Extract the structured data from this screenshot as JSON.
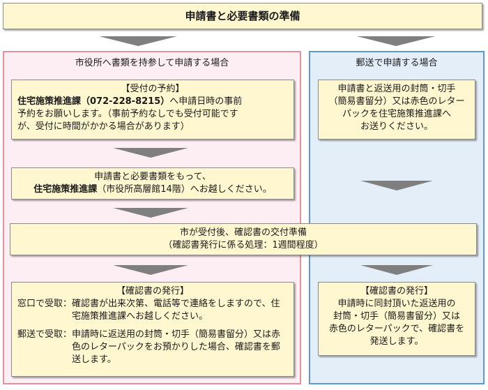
{
  "title": "申請書と必要書類の準備",
  "left_panel": {
    "label": "市役所へ書類を持参して申請する場合",
    "reservation": {
      "heading": "【受付の予約】",
      "dept": "住宅施策推進課",
      "phone": "（072-228-8215）",
      "line1_rest": "へ申請日時の事前",
      "line2": "予約をお願いします。（事前予約なしでも受付可能です",
      "line3": "が、受付に時間がかかる場合があります）"
    },
    "visit": {
      "line1": "申請書と必要書類をもって、",
      "dept": "住宅施策推進課",
      "line2_rest": "（市役所高層館14階）へお越しください。"
    },
    "issue": {
      "heading": "【確認書の発行】",
      "counter_key": "窓口で受取：",
      "counter_text": "確認書が出来次第、電話等で連絡をしますので、住宅施策推進課へお越しください。",
      "mail_key": "郵送で受取：",
      "mail_text": "申請時に返送用の封筒・切手（簡易書留分）又は赤色のレターパックをお預かりした場合、確認書を郵送します。"
    }
  },
  "shared": {
    "line1": "市が受付後、確認書の交付準備",
    "line2": "（確認書発行に係る処理：1週間程度）"
  },
  "right_panel": {
    "label": "郵送で申請する場合",
    "mail": {
      "line1": "申請書と返送用の封筒・切手",
      "line2": "（簡易書留分）又は赤色のレター",
      "line3": "パックを住宅施策推進課へ",
      "line4": "お送りください。"
    },
    "issue": {
      "heading": "【確認書の発行】",
      "line1": "申請時に同封頂いた返送用の",
      "line2": "封筒・切手（簡易書留分）又は",
      "line3": "赤色のレターパックで、確認書を",
      "line4": "発送します。"
    }
  },
  "colors": {
    "box_fill": "#fff7cf",
    "left_panel_fill": "#fdeef4",
    "left_panel_border": "#e8909c",
    "right_panel_fill": "#e3eef8",
    "right_panel_border": "#5a9ad2",
    "arrow": "#7f7f7f"
  }
}
